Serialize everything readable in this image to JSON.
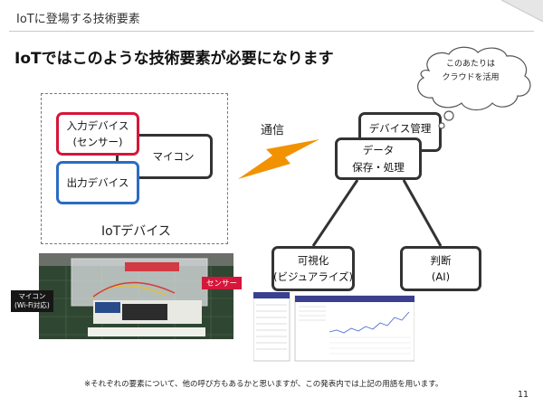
{
  "header": {
    "title": "IoTに登場する技術要素"
  },
  "main_title": "IoTではこのような技術要素が必要になります",
  "iot_device": {
    "label": "IoTデバイス",
    "input": {
      "line1": "入力デバイス",
      "line2": "(センサー)"
    },
    "mcu": "マイコン",
    "output": "出力デバイス"
  },
  "communication": {
    "label": "通信"
  },
  "cloud_side": {
    "device_mgmt": "デバイス管理",
    "data": {
      "line1": "データ",
      "line2": "保存・処理"
    },
    "visualize": {
      "line1": "可視化",
      "line2": "(ビジュアライズ)"
    },
    "judge": {
      "line1": "判断",
      "line2": "(AI)"
    }
  },
  "thought_bubble": {
    "line1": "このあたりは",
    "line2": "クラウドを活用"
  },
  "photo": {
    "sensor_label": "センサー",
    "mcu_label_line1": "マイコン",
    "mcu_label_line2": "(Wi-Fi対応)"
  },
  "footnote": "※それぞれの要素について、他の呼び方もあるかと思いますが、この発表内では上記の用語を用います。",
  "page_number": "11",
  "colors": {
    "input_border": "#d6163a",
    "output_border": "#2a6cc3",
    "bolt": "#f29200",
    "sensor_label_bg": "#d6163a",
    "node_border": "#333333"
  },
  "icons": {
    "communication": "lightning-bolt-icon",
    "cloud": "thought-bubble-icon"
  }
}
